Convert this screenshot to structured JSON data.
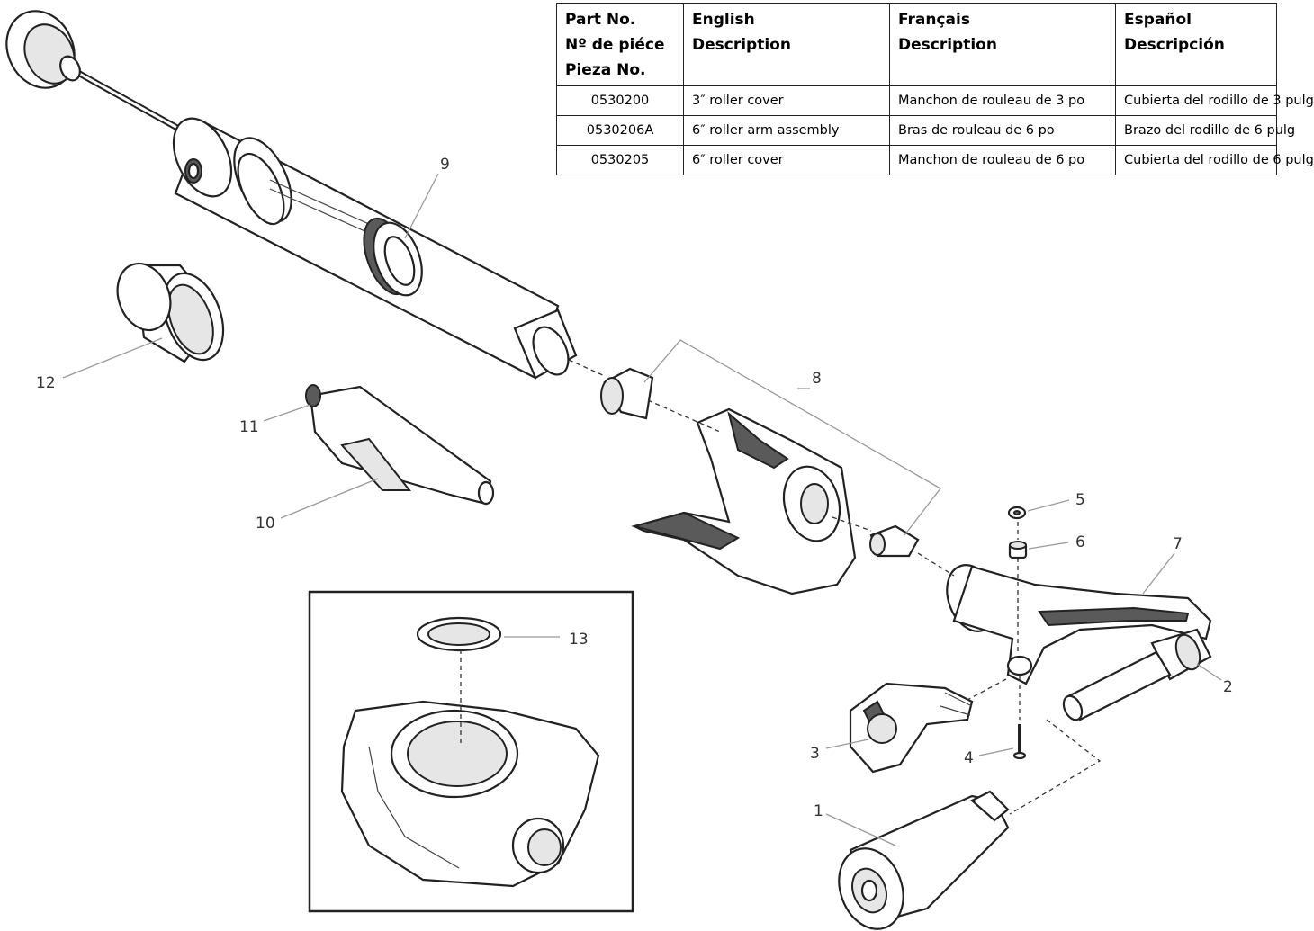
{
  "table": {
    "headers": [
      [
        "Part No.",
        "Nº de piéce",
        "Pieza No."
      ],
      [
        "English",
        "Description"
      ],
      [
        "Français",
        "Description"
      ],
      [
        "Español",
        "Descripción"
      ]
    ],
    "rows": [
      [
        "0530200",
        "3″ roller cover",
        "Manchon de rouleau de 3 po",
        "Cubierta del rodillo de 3 pulg"
      ],
      [
        "0530206A",
        "6″ roller arm assembly",
        "Bras de rouleau de 6 po",
        "Brazo del rodillo de 6 pulg"
      ],
      [
        "0530205",
        "6″ roller cover",
        "Manchon de rouleau de 6 po",
        "Cubierta del rodillo de 6 pulg"
      ]
    ]
  },
  "callouts": {
    "c1": "1",
    "c2": "2",
    "c3": "3",
    "c4": "4",
    "c5": "5",
    "c6": "6",
    "c7": "7",
    "c8": "8",
    "c9": "9",
    "c10": "10",
    "c11": "11",
    "c12": "12",
    "c13": "13"
  }
}
